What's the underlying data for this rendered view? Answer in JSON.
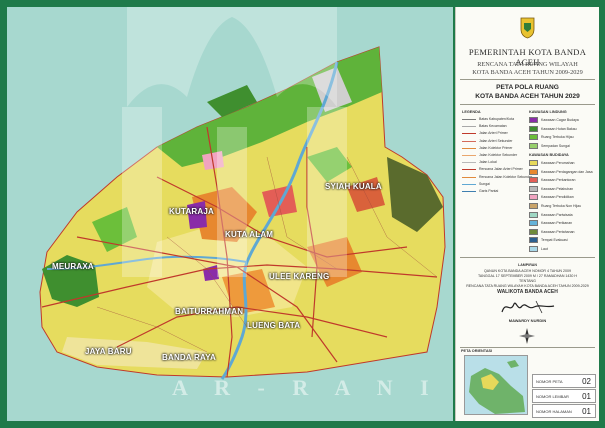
{
  "map": {
    "labels": {
      "kutaraja": "KUTARAJA",
      "syiah_kuala": "SYIAH KUALA",
      "kuta_alam": "KUTA ALAM",
      "meuraxa": "MEURAXA",
      "ulee_kareng": "ULEE KARENG",
      "baiturrahman": "BAITURRAHMAN",
      "lueng_bata": "LUENG BATA",
      "jaya_baru": "JAYA BARU",
      "banda_raya": "BANDA RAYA"
    },
    "watermark_text": "A R - R A N I R Y"
  },
  "panel": {
    "government": "PEMERINTAH KOTA BANDA ACEH",
    "plan_line1": "RENCANA TATA RUANG WILAYAH",
    "plan_line2": "KOTA BANDA ACEH TAHUN 2009-2029",
    "map_title_line1": "PETA POLA RUANG",
    "map_title_line2": "KOTA BANDA ACEH TAHUN 2029",
    "legend_heading": "LEGENDA",
    "zone_heading_lindung": "KAWASAN LINDUNG",
    "zone_heading_budidaya": "KAWASAN BUDIDAYA",
    "line_legend": [
      {
        "label": "Batas Kabupaten/Kota",
        "color": "#7a7a7a"
      },
      {
        "label": "Batas Kecamatan",
        "color": "#a8a8a8"
      },
      {
        "label": "Jalan Arteri Primer",
        "color": "#c0392b"
      },
      {
        "label": "Jalan Arteri Sekunder",
        "color": "#d46a5a"
      },
      {
        "label": "Jalan Kolektor Primer",
        "color": "#e08a3c"
      },
      {
        "label": "Jalan Kolektor Sekunder",
        "color": "#e9a66d"
      },
      {
        "label": "Jalan Lokal",
        "color": "#b8b8b8"
      },
      {
        "label": "Rencana Jalan Arteri Primer",
        "color": "#c0392b"
      },
      {
        "label": "Rencana Jalan Kolektor Sekunder",
        "color": "#e08a3c"
      },
      {
        "label": "Sungai",
        "color": "#5fa8d3"
      },
      {
        "label": "Garis Pantai",
        "color": "#3f7fb0"
      }
    ],
    "zone_legend": [
      {
        "label": "Kawasan Cagar Budaya",
        "color": "#8a2ca8"
      },
      {
        "label": "Kawasan Hutan Bakau",
        "color": "#3f8f2f"
      },
      {
        "label": "Ruang Terbuka Hijau",
        "color": "#6cbf3a"
      },
      {
        "label": "Sempadan Sungai",
        "color": "#97cf6c"
      },
      {
        "label": "Kawasan Perumahan",
        "color": "#e6d95a"
      },
      {
        "label": "Kawasan Perdagangan dan Jasa",
        "color": "#e7882f"
      },
      {
        "label": "Kawasan Perkantoran",
        "color": "#e35e56"
      },
      {
        "label": "Kawasan Pelabuhan",
        "color": "#b8b8b8"
      },
      {
        "label": "Kawasan Pendidikan",
        "color": "#f0a4c0"
      },
      {
        "label": "Ruang Terbuka Non Hijau",
        "color": "#c9a46a"
      },
      {
        "label": "Kawasan Pariwisata",
        "color": "#9fd8c4"
      },
      {
        "label": "Kawasan Perikanan",
        "color": "#66b3d9"
      },
      {
        "label": "Kawasan Pertahanan",
        "color": "#6f8a3a"
      },
      {
        "label": "Tempat Evakuasi",
        "color": "#2b5f8f"
      },
      {
        "label": "Laut",
        "color": "#a9d8e8"
      }
    ],
    "notes": {
      "lampiran": "LAMPIRAN",
      "qanun_line": "QANUN KOTA BANDA ACEH NOMOR 4 TAHUN 2009",
      "qanun_date": "TANGGAL 17 SEPTEMBER 2009 M / 27 RAMADHAN 1430 H",
      "tentang": "TENTANG",
      "tentang_line": "RENCANA TATA RUANG WILAYAH KOTA BANDA ACEH TAHUN 2009-2029"
    },
    "mayor_title": "WALIKOTA BANDA ACEH",
    "mayor_name": "MAWARDY NURDIN",
    "orientation_label": "PETA ORIENTASI",
    "sheet": [
      {
        "key": "NOMOR PETA",
        "value": "02"
      },
      {
        "key": "NOMOR LEMBAR",
        "value": "01"
      },
      {
        "key": "NOMOR HALAMAN",
        "value": "01"
      }
    ]
  }
}
